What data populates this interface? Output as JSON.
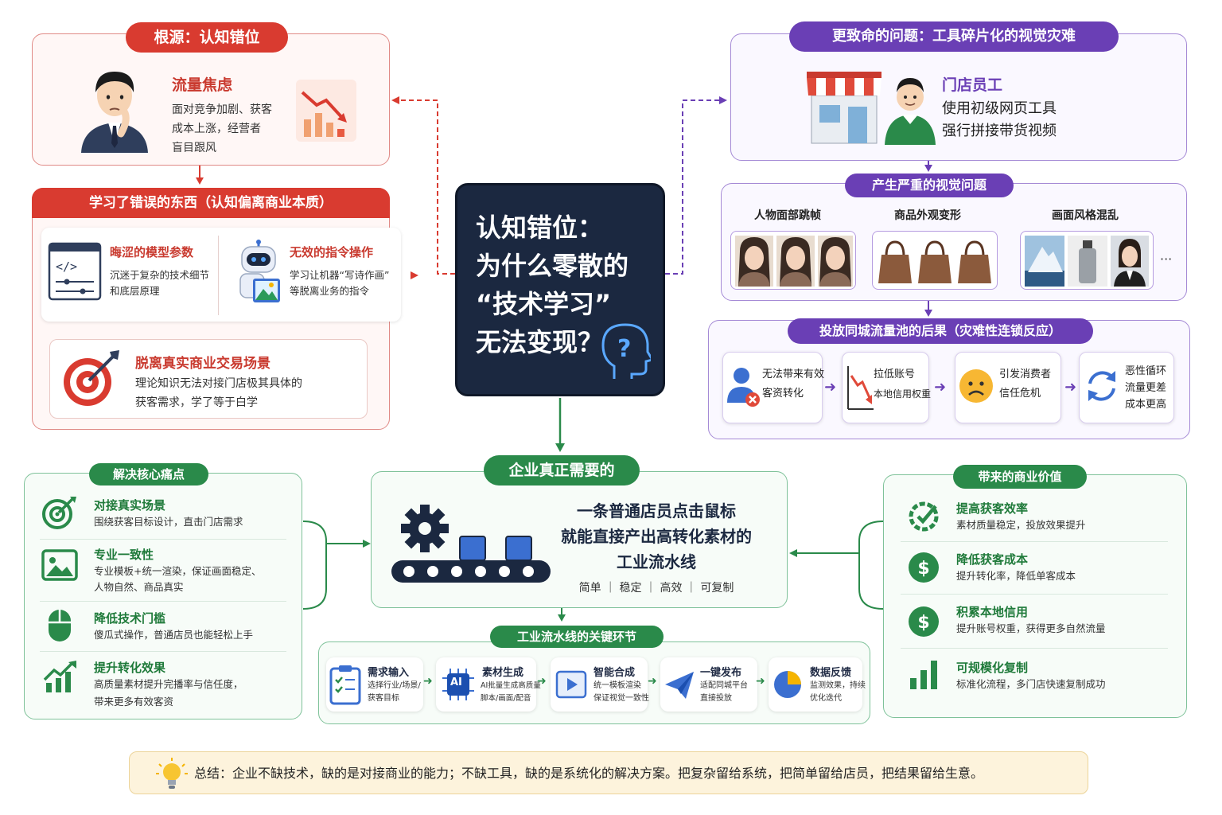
{
  "center": {
    "line1": "认知错位：",
    "line2": "为什么零散的",
    "line3": "“技术学习”",
    "line4": "无法变现？"
  },
  "root": {
    "title": "根源：认知错位",
    "anxiety": {
      "title": "流量焦虑",
      "desc1": "面对竞争加剧、获客",
      "desc2": "成本上涨，经营者",
      "desc3": "盲目跟风"
    },
    "wrong_learning": {
      "title": "学习了错误的东西（认知偏离商业本质）",
      "item1": {
        "title": "晦涩的模型参数",
        "desc1": "沉迷于复杂的技术细节",
        "desc2": "和底层原理"
      },
      "item2": {
        "title": "无效的指令操作",
        "desc1": "学习让机器“写诗作画”",
        "desc2": "等脱离业务的指令"
      }
    },
    "detached": {
      "title": "脱离真实商业交易场景",
      "desc1": "理论知识无法对接门店极其具体的",
      "desc2": "获客需求，学了等于白学"
    }
  },
  "fatal": {
    "title": "更致命的问题：工具碎片化的视觉灾难",
    "staff": {
      "title": "门店员工",
      "desc1": "使用初级网页工具",
      "desc2": "强行拼接带货视频"
    },
    "visual": {
      "title": "产生严重的视觉问题",
      "col1": "人物面部跳帧",
      "col2": "商品外观变形",
      "col3": "画面风格混乱",
      "more": "···"
    },
    "consequence": {
      "title": "投放同城流量池的后果（灾难性连锁反应）",
      "items": [
        {
          "l1": "无法带来有效",
          "l2": "客资转化",
          "l3": ""
        },
        {
          "l1": "拉低账号",
          "l2": "本地信用权重",
          "l3": ""
        },
        {
          "l1": "引发消费者",
          "l2": "信任危机",
          "l3": ""
        },
        {
          "l1": "恶性循环",
          "l2": "流量更差",
          "l3": "成本更高"
        }
      ]
    }
  },
  "need": {
    "title": "企业真正需要的",
    "line1": "一条普通店员点击鼠标",
    "line2": "就能直接产出高转化素材的",
    "line3": "工业流水线",
    "tags": "简单 ｜ 稳定 ｜ 高效 ｜ 可复制"
  },
  "pain": {
    "title": "解决核心痛点",
    "items": [
      {
        "title": "对接真实场景",
        "d1": "围绕获客目标设计，直击门店需求",
        "d2": ""
      },
      {
        "title": "专业一致性",
        "d1": "专业模板+统一渲染，保证画面稳定、",
        "d2": "人物自然、商品真实"
      },
      {
        "title": "降低技术门槛",
        "d1": "傻瓜式操作，普通店员也能轻松上手",
        "d2": ""
      },
      {
        "title": "提升转化效果",
        "d1": "高质量素材提升完播率与信任度，",
        "d2": "带来更多有效客资"
      }
    ]
  },
  "value": {
    "title": "带来的商业价值",
    "items": [
      {
        "title": "提高获客效率",
        "d": "素材质量稳定，投放效果提升"
      },
      {
        "title": "降低获客成本",
        "d": "提升转化率，降低单客成本"
      },
      {
        "title": "积累本地信用",
        "d": "提升账号权重，获得更多自然流量"
      },
      {
        "title": "可规模化复制",
        "d": "标准化流程，多门店快速复制成功"
      }
    ]
  },
  "pipeline": {
    "title": "工业流水线的关键环节",
    "steps": [
      {
        "title": "需求输入",
        "d1": "选择行业/场景/",
        "d2": "获客目标"
      },
      {
        "title": "素材生成",
        "d1": "AI批量生成高质量",
        "d2": "脚本/画面/配音"
      },
      {
        "title": "智能合成",
        "d1": "统一模板渲染",
        "d2": "保证视觉一致性"
      },
      {
        "title": "一键发布",
        "d1": "适配同城平台",
        "d2": "直接投放"
      },
      {
        "title": "数据反馈",
        "d1": "监测效果，持续",
        "d2": "优化迭代"
      }
    ],
    "ai_label": "AI"
  },
  "summary": "总结：企业不缺技术，缺的是对接商业的能力；不缺工具，缺的是系统化的解决方案。把复杂留给系统，把简单留给店员，把结果留给生意。",
  "colors": {
    "red": "#d93b30",
    "purple": "#6a3fb5",
    "green": "#2a8a4a",
    "navy": "#1b2840"
  }
}
